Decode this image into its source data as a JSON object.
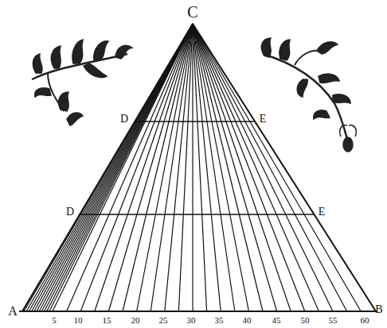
{
  "diagram": {
    "labels": [
      "C",
      "D",
      "E",
      "D",
      "E",
      "A",
      "B",
      "5",
      "10",
      "15",
      "20",
      "25",
      "30",
      "35",
      "40",
      "45",
      "50",
      "55",
      "60"
    ]
  }
}
